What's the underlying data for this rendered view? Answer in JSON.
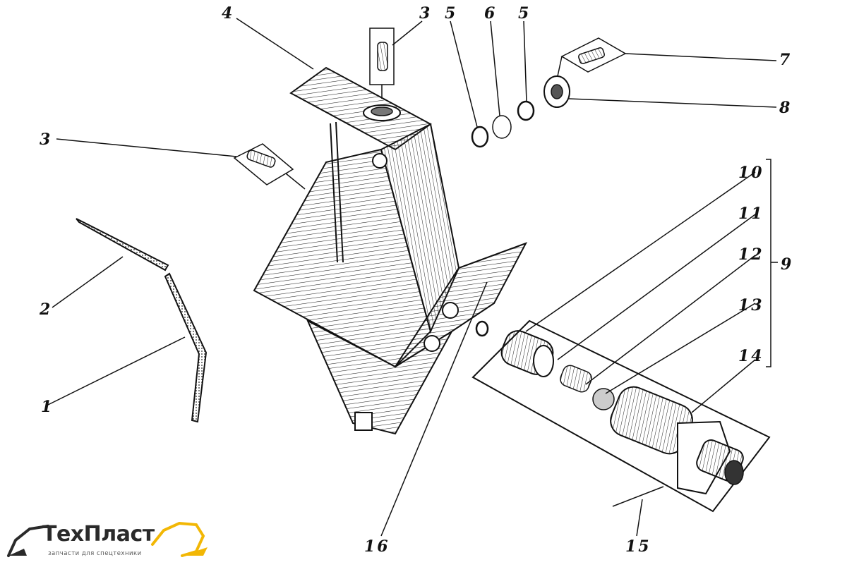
{
  "diagram": {
    "callouts": [
      {
        "id": "1",
        "text": "1"
      },
      {
        "id": "2",
        "text": "2"
      },
      {
        "id": "3a",
        "text": "3"
      },
      {
        "id": "3b",
        "text": "3"
      },
      {
        "id": "4",
        "text": "4"
      },
      {
        "id": "5a",
        "text": "5"
      },
      {
        "id": "6",
        "text": "6"
      },
      {
        "id": "5b",
        "text": "5"
      },
      {
        "id": "7",
        "text": "7"
      },
      {
        "id": "8",
        "text": "8"
      },
      {
        "id": "9",
        "text": "9"
      },
      {
        "id": "10",
        "text": "10"
      },
      {
        "id": "11",
        "text": "11"
      },
      {
        "id": "12",
        "text": "12"
      },
      {
        "id": "13",
        "text": "13"
      },
      {
        "id": "14",
        "text": "14"
      },
      {
        "id": "15",
        "text": "15"
      },
      {
        "id": "16",
        "text": "16"
      }
    ]
  },
  "logo": {
    "name": "ТехПласт",
    "tagline": "запчасти для спецтехники",
    "accent_color": "#f2b705",
    "text_color": "#2a2a2a"
  }
}
